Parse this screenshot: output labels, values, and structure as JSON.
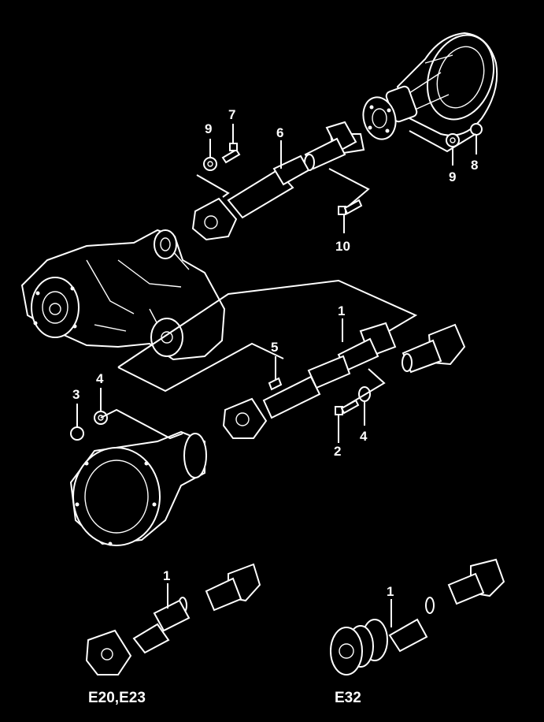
{
  "callouts": {
    "c9a": "9",
    "c7": "7",
    "c6": "6",
    "c10": "10",
    "c9b": "9",
    "c8": "8",
    "c1a": "1",
    "c5": "5",
    "c3": "3",
    "c4a": "4",
    "c2": "2",
    "c4b": "4",
    "c1b": "1",
    "c1c": "1"
  },
  "variants": {
    "left": "E20,E23",
    "right": "E32"
  }
}
